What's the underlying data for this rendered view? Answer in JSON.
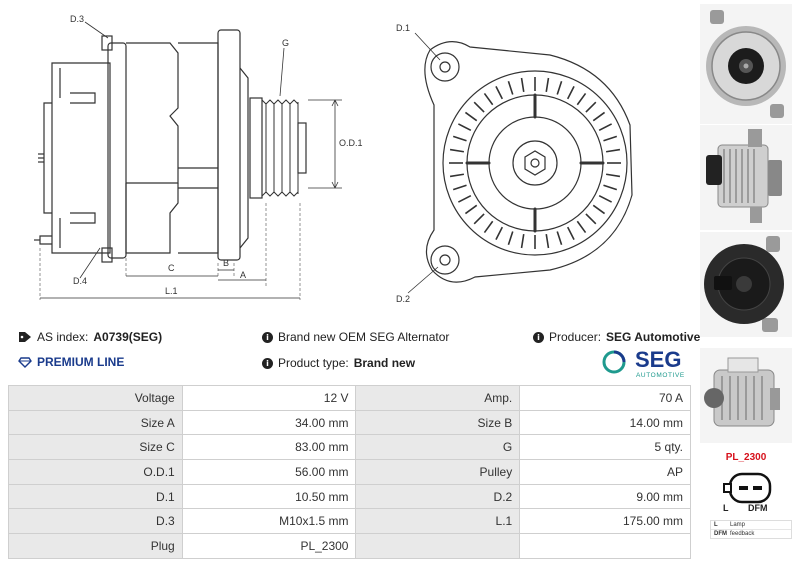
{
  "drawing_labels": {
    "d3": "D.3",
    "g": "G",
    "od1": "O.D.1",
    "d4": "D.4",
    "c": "C",
    "b": "B",
    "a": "A",
    "l1": "L.1",
    "d1": "D.1",
    "d2": "D.2"
  },
  "info": {
    "as_index_label": "AS index:",
    "as_index_value": "A0739(SEG)",
    "condition": "Brand new OEM SEG Alternator",
    "producer_label": "Producer:",
    "producer_value": "SEG Automotive",
    "premium": "PREMIUM LINE",
    "product_type_label": "Product type:",
    "product_type_value": "Brand new"
  },
  "logo": {
    "name": "SEG",
    "tagline": "AUTOMOTIVE",
    "color": "#1a3b8c",
    "accent": "#1f9a8e"
  },
  "specs": [
    [
      "Voltage",
      "12 V",
      "Amp.",
      "70 A"
    ],
    [
      "Size A",
      "34.00 mm",
      "Size B",
      "14.00 mm"
    ],
    [
      "Size C",
      "83.00 mm",
      "G",
      "5 qty."
    ],
    [
      "O.D.1",
      "56.00 mm",
      "Pulley",
      "AP"
    ],
    [
      "D.1",
      "10.50 mm",
      "D.2",
      "9.00 mm"
    ],
    [
      "D.3",
      "M10x1.5 mm",
      "L.1",
      "175.00 mm"
    ],
    [
      "Plug",
      "PL_2300",
      "",
      ""
    ]
  ],
  "plug": {
    "code": "PL_2300",
    "pin_l": "L",
    "pin_dfm": "DFM",
    "legend": [
      {
        "key": "L",
        "desc": "Lamp"
      },
      {
        "key": "DFM",
        "desc": "feedback"
      }
    ]
  }
}
